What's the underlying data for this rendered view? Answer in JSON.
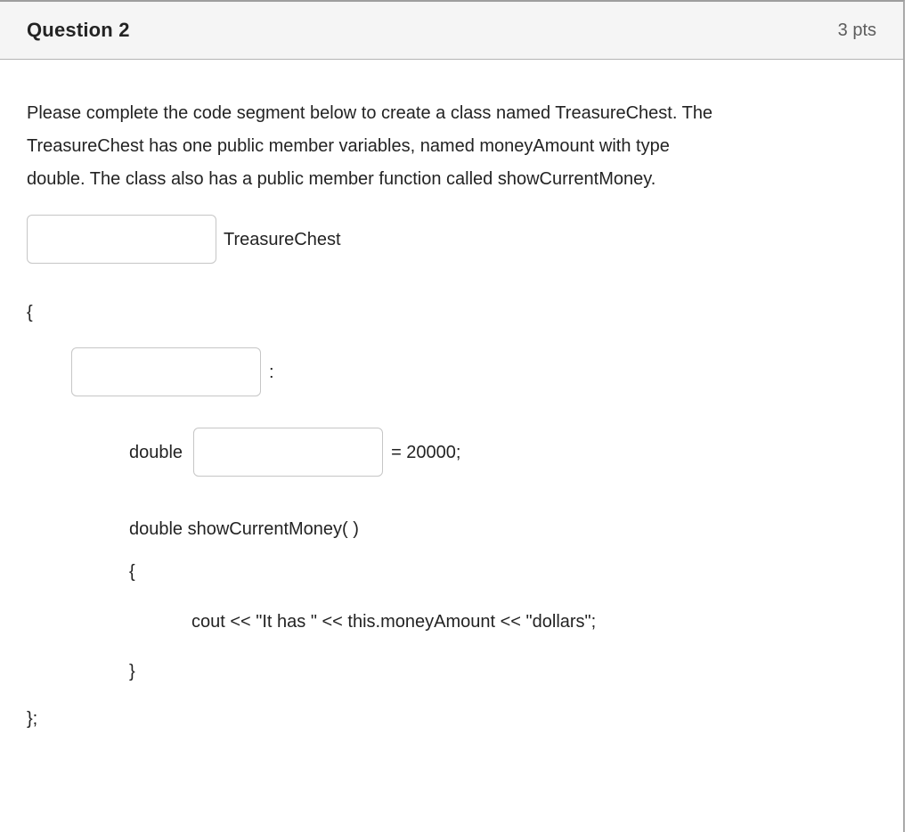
{
  "header": {
    "title": "Question 2",
    "points": "3 pts"
  },
  "prompt": {
    "lines": [
      "Please complete the code segment below to create a class named TreasureChest. The",
      "TreasureChest has one public member variables, named moneyAmount with type",
      "double. The class also has a public member function called showCurrentMoney."
    ]
  },
  "code": {
    "blanks": [
      "",
      "",
      ""
    ],
    "class_name": "TreasureChest",
    "class_open_brace": "{",
    "colon": ":",
    "double_keyword": "double",
    "assignment_suffix": "= 20000;",
    "function_signature": "double showCurrentMoney( )",
    "function_open_brace": "{",
    "cout_statement": "cout << \"It has \" << this.moneyAmount << \"dollars\";",
    "function_close_brace": "}",
    "class_close": "};"
  },
  "colors": {
    "header_background": "#f5f5f5",
    "border": "#b4b4b4",
    "input_border": "#c6c6c6",
    "text": "#232323",
    "points_text": "#5c5c5c"
  }
}
